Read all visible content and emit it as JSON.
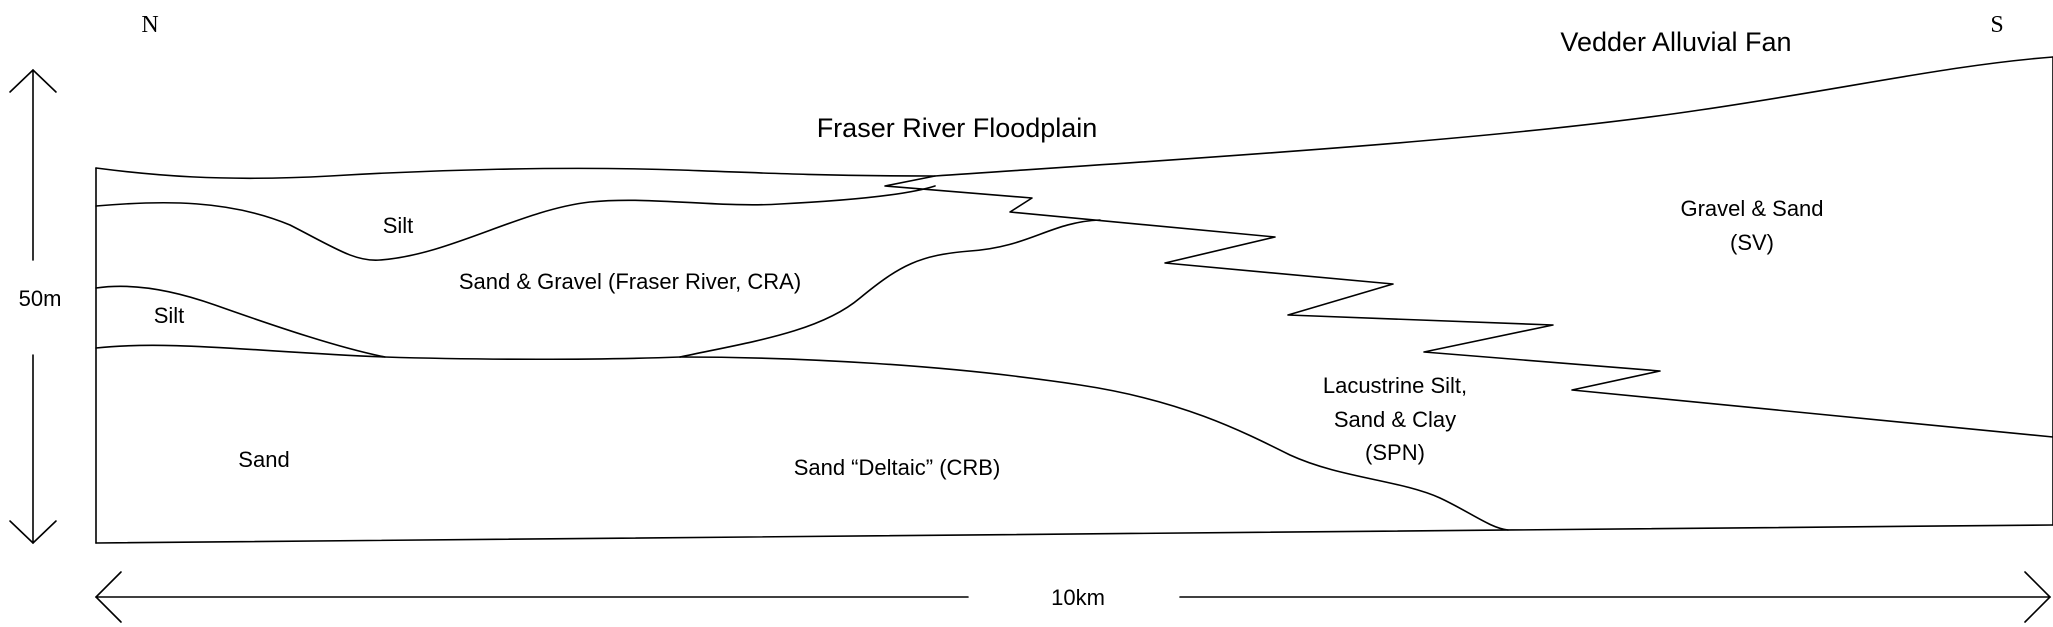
{
  "compass": {
    "north": "N",
    "south": "S"
  },
  "surfaces": {
    "fraser_river": "Fraser River Floodplain",
    "vedder_fan": "Vedder Alluvial Fan"
  },
  "units": {
    "silt_upper": "Silt",
    "silt_lower": "Silt",
    "sand_gravel_cra": "Sand & Gravel (Fraser River, CRA)",
    "sand": "Sand",
    "sand_deltaic": "Sand “Deltaic” (CRB)",
    "lacustrine": [
      "Lacustrine Silt,",
      "Sand & Clay",
      "(SPN)"
    ],
    "gravel_sand": [
      "Gravel & Sand",
      "(SV)"
    ]
  },
  "scale": {
    "vertical": "50m",
    "horizontal": "10km"
  }
}
